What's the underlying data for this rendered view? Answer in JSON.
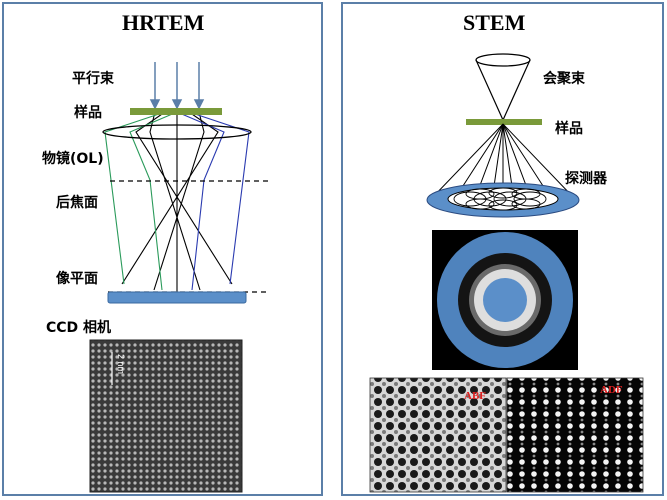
{
  "hrtem": {
    "title": "HRTEM",
    "labels": {
      "parallel_beam": "平行束",
      "sample": "样品",
      "objective_lens": "物镜(OL)",
      "back_focal_plane": "后焦面",
      "image_plane": "像平面",
      "ccd_camera": "CCD 相机"
    },
    "micrograph": {
      "scale_label": "2 nm"
    }
  },
  "stem": {
    "title": "STEM",
    "labels": {
      "converged_beam": "会聚束",
      "sample": "样品",
      "detector": "探测器"
    },
    "images": {
      "abf_label": "ABF",
      "adf_label": "ADF"
    }
  },
  "colors": {
    "panel_border": "#5b7fa8",
    "sample_bar": "#7a9a3a",
    "detector_blue": "#5b8fc9",
    "ray_green": "#2a9a5a",
    "ray_blue": "#2a3ab0",
    "ray_black": "#000000",
    "overlay_red": "#e02020"
  }
}
